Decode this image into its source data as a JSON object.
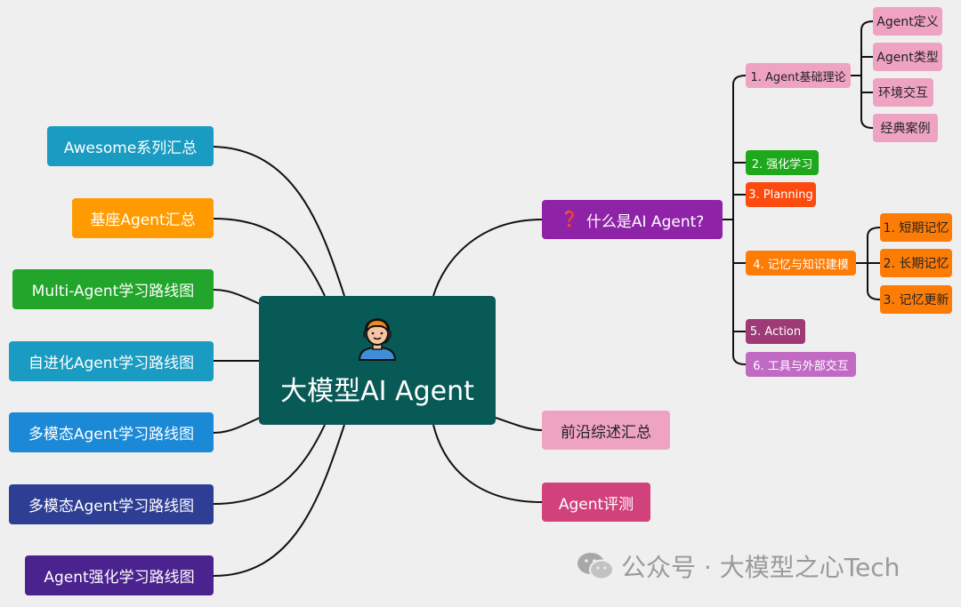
{
  "center": {
    "title": "大模型AI Agent",
    "icon": "person-headset-icon"
  },
  "left_nodes": [
    {
      "label": "Awesome系列汇总",
      "color": "#1a9bc1"
    },
    {
      "label": "基座Agent汇总",
      "color": "#ff9b00"
    },
    {
      "label": "Multi-Agent学习路线图",
      "color": "#22a52b"
    },
    {
      "label": "自进化Agent学习路线图",
      "color": "#1a9bc1"
    },
    {
      "label": "多模态Agent学习路线图",
      "color": "#1c89d6"
    },
    {
      "label": "多模态Agent学习路线图",
      "color": "#2e3e94"
    },
    {
      "label": "Agent强化学习路线图",
      "color": "#4b238e"
    }
  ],
  "right_nodes": [
    {
      "label": "什么是AI Agent?",
      "prefix": "❓",
      "color": "#8f23a8"
    },
    {
      "label": "前沿综述汇总",
      "color": "#efa3c2",
      "text_color": "#222222"
    },
    {
      "label": "Agent评测",
      "color": "#d1417b"
    }
  ],
  "agent_children": [
    {
      "label": "1. Agent基础理论",
      "color": "#efa3c2",
      "text_color": "#222222"
    },
    {
      "label": "2. 强化学习",
      "color": "#1fa81b"
    },
    {
      "label": "3. Planning",
      "color": "#fd4b10"
    },
    {
      "label": "4. 记忆与知识建模",
      "color": "#fd7c06"
    },
    {
      "label": "5. Action",
      "color": "#9e3a75"
    },
    {
      "label": "6. 工具与外部交互",
      "color": "#c06ac4"
    }
  ],
  "theory_children": [
    {
      "label": "Agent定义"
    },
    {
      "label": "Agent类型"
    },
    {
      "label": "环境交互"
    },
    {
      "label": "经典案例"
    }
  ],
  "memory_children": [
    {
      "label": "1. 短期记忆"
    },
    {
      "label": "2. 长期记忆"
    },
    {
      "label": "3. 记忆更新"
    }
  ],
  "colors": {
    "pink": "#efa3c2",
    "orange": "#fd7c06",
    "edge": "#111111"
  },
  "watermark": {
    "text": "公众号 · 大模型之心Tech",
    "icon": "wechat-icon"
  }
}
